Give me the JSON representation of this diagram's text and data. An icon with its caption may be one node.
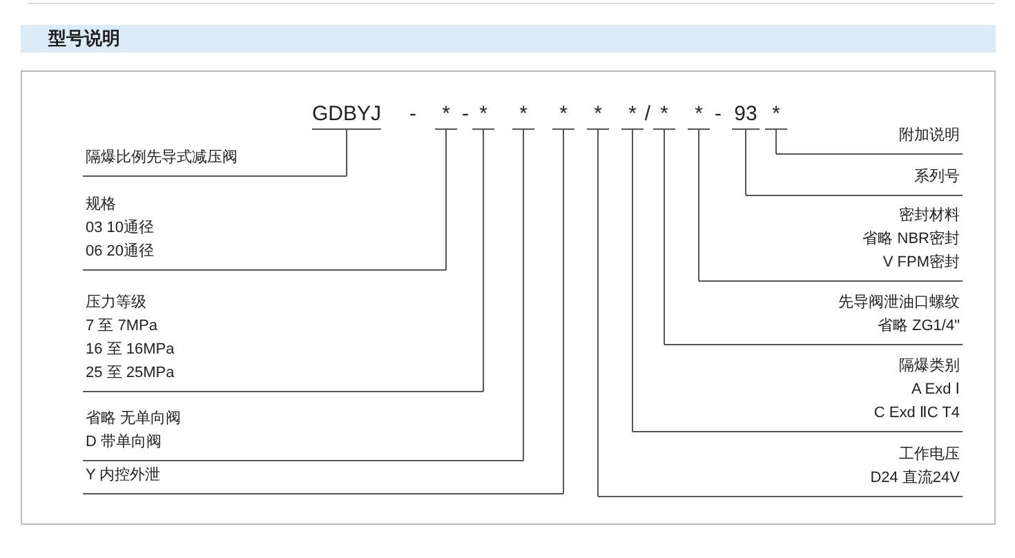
{
  "diagram": {
    "title": "型号说明",
    "nodes": [
      {
        "text": [
          "GDBYJ"
        ]
      },
      {
        "text": [
          "*"
        ]
      },
      {
        "text": [
          "*"
        ]
      },
      {
        "text": [
          "*"
        ]
      },
      {
        "text": [
          "*"
        ]
      },
      {
        "text": [
          "*"
        ]
      },
      {
        "text": [
          "*"
        ]
      },
      {
        "text": [
          "*"
        ]
      },
      {
        "text": [
          "*"
        ]
      },
      {
        "text": [
          "93"
        ]
      },
      {
        "text": [
          "*"
        ]
      },
      {
        "text": [
          "隔爆比例先导式减压阀"
        ]
      },
      {
        "text": [
          "规格",
          "03 10通径",
          "06 20通径"
        ]
      },
      {
        "text": [
          "压力等级",
          "7 至 7MPa",
          "16 至 16MPa",
          "25 至 25MPa"
        ]
      },
      {
        "text": [
          "省略 无单向阀",
          "D 带单向阀"
        ]
      },
      {
        "text": [
          "Y 内控外泄"
        ]
      },
      {
        "text": [
          "附加说明"
        ]
      },
      {
        "text": [
          "系列号"
        ]
      },
      {
        "text": [
          "密封材料",
          "省略 NBR密封",
          "V FPM密封"
        ]
      },
      {
        "text": [
          "先导阀泄油口螺纹",
          "省略 ZG1/4\""
        ]
      },
      {
        "text": [
          "隔爆类别",
          "A Exd Ⅰ",
          "C Exd ⅡC T4"
        ]
      },
      {
        "text": [
          "工作电压",
          "D24 直流24V"
        ]
      }
    ],
    "edges": [
      {
        "from": 0,
        "to": 11,
        "arrow": "none"
      },
      {
        "from": 1,
        "to": 12,
        "arrow": "none"
      },
      {
        "from": 2,
        "to": 13,
        "arrow": "none"
      },
      {
        "from": 3,
        "to": 14,
        "arrow": "none"
      },
      {
        "from": 4,
        "to": 15,
        "arrow": "none"
      },
      {
        "from": 5,
        "to": 21,
        "arrow": "none"
      },
      {
        "from": 6,
        "to": 20,
        "arrow": "none"
      },
      {
        "from": 7,
        "to": 19,
        "arrow": "none"
      },
      {
        "from": 8,
        "to": 18,
        "arrow": "none"
      },
      {
        "from": 9,
        "to": 17,
        "arrow": "none"
      },
      {
        "from": 10,
        "to": 16,
        "arrow": "none"
      }
    ],
    "labels": [
      "-",
      "-",
      "/",
      "-"
    ]
  }
}
